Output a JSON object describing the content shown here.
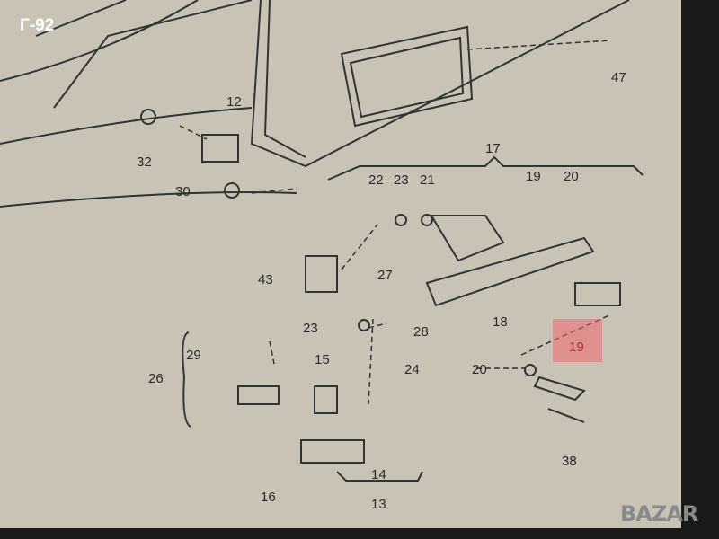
{
  "overlay_title": "Г-92",
  "watermark": "BAZAR",
  "highlight_color": "#f0646e",
  "labels": {
    "l47": "47",
    "l12": "12",
    "l32": "32",
    "l30": "30",
    "l17": "17",
    "l22": "22",
    "l23a": "23",
    "l21": "21",
    "l19a": "19",
    "l20a": "20",
    "l43": "43",
    "l27": "27",
    "l23b": "23",
    "l28": "28",
    "l18": "18",
    "l19b": "19",
    "l29": "29",
    "l26": "26",
    "l15": "15",
    "l24": "24",
    "l20b": "20",
    "l38": "38",
    "l16": "16",
    "l14": "14",
    "l13": "13"
  }
}
